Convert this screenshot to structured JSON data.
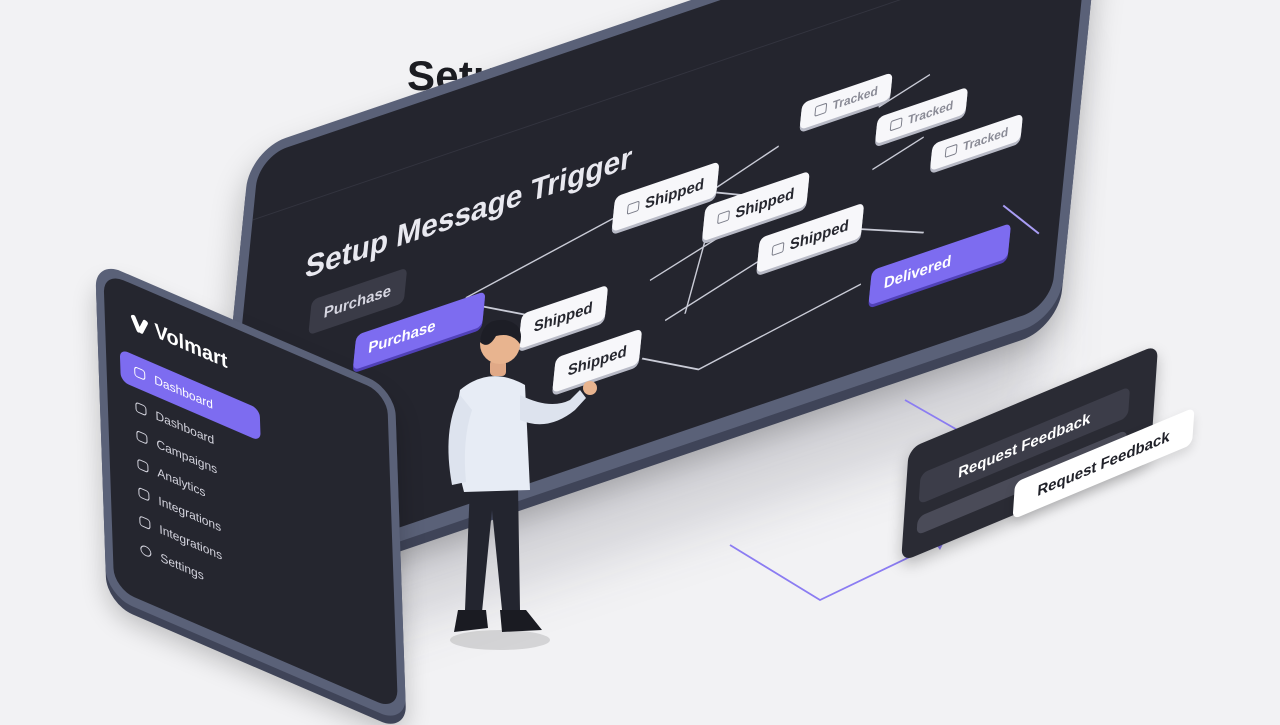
{
  "page": {
    "title": "Setup Message Trigger"
  },
  "sidebar": {
    "brand": "Volmart",
    "items": [
      {
        "label": "Dashboard",
        "icon": "home-icon",
        "active": true
      },
      {
        "label": "Dashboard",
        "icon": "home-icon",
        "active": false
      },
      {
        "label": "Campaigns",
        "icon": "people-icon",
        "active": false
      },
      {
        "label": "Analytics",
        "icon": "chart-icon",
        "active": false
      },
      {
        "label": "Integrations",
        "icon": "plug-icon",
        "active": false
      },
      {
        "label": "Integrations",
        "icon": "plug-icon",
        "active": false
      },
      {
        "label": "Settings",
        "icon": "gear-icon",
        "active": false
      }
    ]
  },
  "screen": {
    "title": "Setup Message Trigger",
    "header": {
      "avatar": "avatar",
      "user_icon": "user-icon"
    },
    "flow": {
      "nodes": {
        "purchase": "Purchase",
        "purchase_active": "Purchase",
        "shipped_a": "Shipped",
        "shipped_b": "Shipped",
        "shipped_c": "Shipped",
        "shipped_d": "Shipped",
        "shipped_e": "Shipped",
        "tracked_a": "Tracked",
        "tracked_b": "Tracked",
        "tracked_c": "Tracked",
        "delivered": "Delivered"
      }
    }
  },
  "feedback_card": {
    "dark_label": "Request Feedback",
    "light_label": "Request Feedback"
  },
  "colors": {
    "accent": "#7d6cf0",
    "screen_bg": "#24252e",
    "device_frame": "#5a6178",
    "page_bg": "#f2f2f4"
  }
}
